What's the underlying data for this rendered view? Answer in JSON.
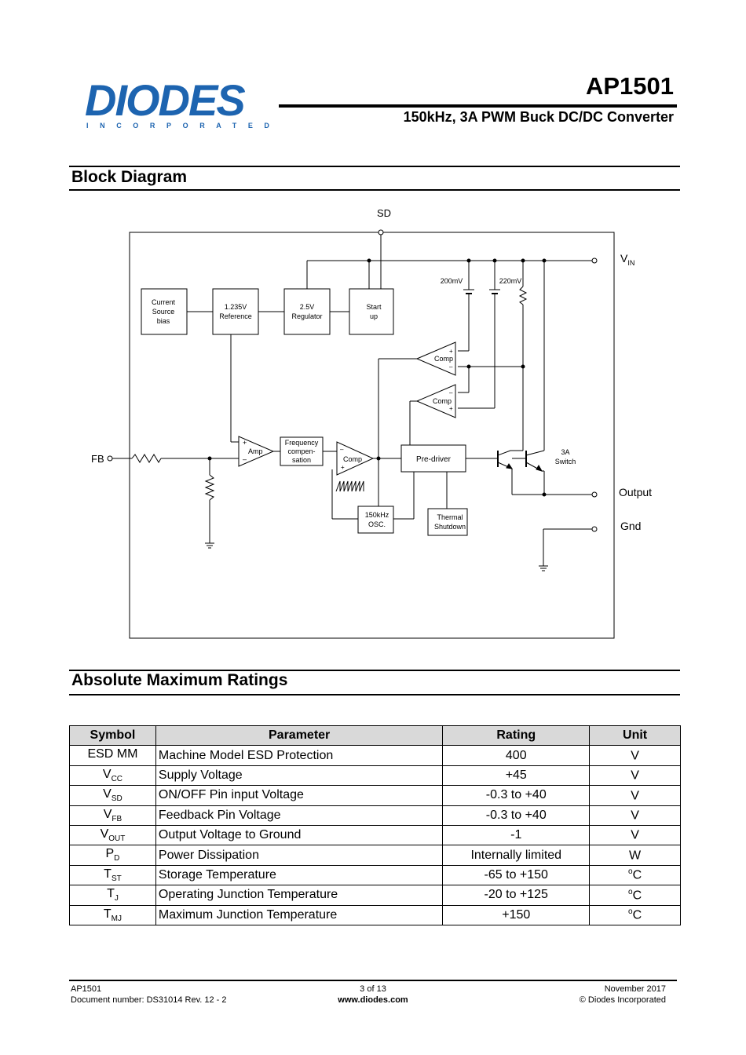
{
  "header": {
    "logo_word": "DIODES",
    "logo_sub": "INCORPORATED",
    "part_number": "AP1501",
    "subtitle": "150kHz, 3A PWM Buck DC/DC Converter"
  },
  "block_diagram": {
    "title": "Block Diagram",
    "pins": {
      "sd": "SD",
      "vin": "V",
      "vin_sub": "IN",
      "fb": "FB",
      "output": "Output",
      "gnd": "Gnd"
    },
    "blocks": {
      "current_source": [
        "Current",
        "Source",
        "bias"
      ],
      "reference": [
        "1.235V",
        "Reference"
      ],
      "regulator": [
        "2.5V",
        "Regulator"
      ],
      "startup": [
        "Start",
        "up"
      ],
      "amp": "Amp",
      "freq_comp": [
        "Frequency",
        "compen-",
        "sation"
      ],
      "comp_main": "Comp",
      "comp_top": "Comp",
      "comp_mid": "Comp",
      "pre_driver": "Pre-driver",
      "osc": [
        "150kHz",
        "OSC."
      ],
      "thermal": [
        "Thermal",
        "Shutdown"
      ],
      "switch": [
        "3A",
        "Switch"
      ]
    },
    "labels": {
      "v200": "200mV",
      "v220": "220mV",
      "plus": "+",
      "minus": "–"
    }
  },
  "ratings": {
    "title": "Absolute Maximum Ratings",
    "columns": [
      "Symbol",
      "Parameter",
      "Rating",
      "Unit"
    ],
    "rows": [
      {
        "sym": "ESD MM",
        "sub": "",
        "param": "Machine Model ESD Protection",
        "rating": "400",
        "unit": "V",
        "deg": ""
      },
      {
        "sym": "V",
        "sub": "CC",
        "param": "Supply Voltage",
        "rating": "+45",
        "unit": "V",
        "deg": ""
      },
      {
        "sym": "V",
        "sub": "SD",
        "param": "ON/OFF Pin input Voltage",
        "rating": "-0.3 to +40",
        "unit": "V",
        "deg": ""
      },
      {
        "sym": "V",
        "sub": "FB",
        "param": "Feedback Pin Voltage",
        "rating": "-0.3 to +40",
        "unit": "V",
        "deg": ""
      },
      {
        "sym": "V",
        "sub": "OUT",
        "param": "Output Voltage to Ground",
        "rating": "-1",
        "unit": "V",
        "deg": ""
      },
      {
        "sym": "P",
        "sub": "D",
        "param": "Power Dissipation",
        "rating": "Internally limited",
        "unit": "W",
        "deg": ""
      },
      {
        "sym": "T",
        "sub": "ST",
        "param": "Storage Temperature",
        "rating": "-65 to +150",
        "unit": "C",
        "deg": "o"
      },
      {
        "sym": "T",
        "sub": "J",
        "param": "Operating Junction Temperature",
        "rating": "-20 to +125",
        "unit": "C",
        "deg": "o"
      },
      {
        "sym": "T",
        "sub": "MJ",
        "param": "Maximum Junction Temperature",
        "rating": "+150",
        "unit": "C",
        "deg": "o"
      }
    ]
  },
  "footer": {
    "part": "AP1501",
    "doc_number": "Document number: DS31014 Rev. 12 - 2",
    "page": "3 of 13",
    "website": "www.diodes.com",
    "date": "November 2017",
    "copyright": "© Diodes Incorporated"
  },
  "colors": {
    "brand_blue": "#1d64b0",
    "table_header": "#d9d9d9"
  }
}
